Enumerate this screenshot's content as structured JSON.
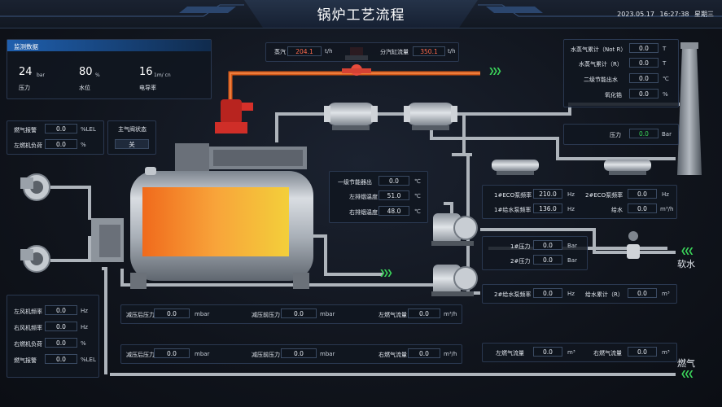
{
  "header": {
    "title": "锅炉工艺流程",
    "date": "2023.05.17",
    "time": "16:27:38",
    "weekday": "星期三"
  },
  "monitor": {
    "title": "监测数据",
    "items": [
      {
        "value": "24",
        "unit": "bar",
        "label": "压力"
      },
      {
        "value": "80",
        "unit": "%",
        "label": "水位"
      },
      {
        "value": "16",
        "unit": "1m/ cn",
        "label": "电导率"
      }
    ]
  },
  "steam_top": {
    "steam_label": "蒸汽",
    "steam_value": "204.1",
    "steam_unit": "t/h",
    "header_label": "分汽缸流量",
    "header_value": "350.1",
    "header_unit": "t/h"
  },
  "gas_panel": {
    "alarm_label": "燃气报警",
    "alarm_value": "0.0",
    "alarm_unit": "%LEL",
    "left_load_label": "左燃机负荷",
    "left_load_value": "0.0",
    "left_load_unit": "%"
  },
  "main_valve": {
    "label": "主气阀状态",
    "state": "关"
  },
  "right_top": {
    "rows": [
      {
        "label": "水蒸气累计（Not R）",
        "value": "0.0",
        "unit": "T"
      },
      {
        "label": "水蒸气累计（R）",
        "value": "0.0",
        "unit": "T"
      },
      {
        "label": "二级节能出水",
        "value": "0.0",
        "unit": "℃"
      },
      {
        "label": "氧化锆",
        "value": "0.0",
        "unit": "%"
      }
    ]
  },
  "pressure_right": {
    "label": "压力",
    "value": "0.0",
    "unit": "Bar"
  },
  "economizer": {
    "rows": [
      {
        "label": "一级节能器出",
        "value": "0.0",
        "unit": "℃"
      },
      {
        "label": "左排烟温度",
        "value": "51.0",
        "unit": "℃"
      },
      {
        "label": "右排烟温度",
        "value": "48.0",
        "unit": "℃"
      }
    ]
  },
  "pumps": {
    "eco1_label": "1#ECO泵频率",
    "eco1_value": "210.0",
    "eco1_unit": "Hz",
    "eco2_label": "2#ECO泵频率",
    "eco2_value": "0.0",
    "eco2_unit": "Hz",
    "feed1_label": "1#给水泵频率",
    "feed1_value": "136.0",
    "feed1_unit": "Hz",
    "feed_label": "给水",
    "feed_value": "0.0",
    "feed_unit": "m³/h",
    "p1_label": "1#压力",
    "p1_value": "0.0",
    "p1_unit": "Bar",
    "p2_label": "2#压力",
    "p2_value": "0.0",
    "p2_unit": "Bar",
    "feed2_label": "2#给水泵频率",
    "feed2_value": "0.0",
    "feed2_unit": "Hz",
    "feedsum_label": "给水累计（R）",
    "feedsum_value": "0.0",
    "feedsum_unit": "m³"
  },
  "soft_water": "软水",
  "fuel_gas": "燃气",
  "fans": {
    "rows": [
      {
        "label": "左风机频率",
        "value": "0.0",
        "unit": "Hz"
      },
      {
        "label": "右风机频率",
        "value": "0.0",
        "unit": "Hz"
      },
      {
        "label": "右燃机负荷",
        "value": "0.0",
        "unit": "%"
      },
      {
        "label": "燃气报警",
        "value": "0.0",
        "unit": "%LEL"
      }
    ]
  },
  "gas_line1": {
    "after_label": "减压后压力",
    "after_value": "0.0",
    "after_unit": "mbar",
    "before_label": "减压前压力",
    "before_value": "0.0",
    "before_unit": "mbar",
    "flow_label": "左燃气流量",
    "flow_value": "0.0",
    "flow_unit": "m³/h"
  },
  "gas_line2": {
    "after_label": "减压后压力",
    "after_value": "0.0",
    "after_unit": "mbar",
    "before_label": "减压前压力",
    "before_value": "0.0",
    "before_unit": "mbar",
    "flow_label": "右燃气流量",
    "flow_value": "0.0",
    "flow_unit": "m³/h"
  },
  "gas_totals": {
    "left_label": "左燃气流量",
    "left_value": "0.0",
    "left_unit": "m³",
    "right_label": "右燃气流量",
    "right_value": "0.0",
    "right_unit": "m³"
  },
  "colors": {
    "accent": "#2f7bd6",
    "alarm_red": "#ff6a4d",
    "ok_green": "#3bd45a",
    "steam_pipe": "#e0641f"
  }
}
